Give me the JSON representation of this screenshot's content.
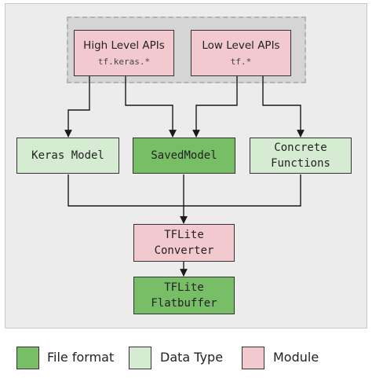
{
  "nodes": {
    "high_level": {
      "title": "High Level APIs",
      "subtitle": "tf.keras.*"
    },
    "low_level": {
      "title": "Low Level APIs",
      "subtitle": "tf.*"
    },
    "keras_model": {
      "line1": "Keras Model"
    },
    "saved_model": {
      "line1": "SavedModel"
    },
    "concrete_functions": {
      "line1": "Concrete",
      "line2": "Functions"
    },
    "converter": {
      "line1": "TFLite",
      "line2": "Converter"
    },
    "flatbuffer": {
      "line1": "TFLite",
      "line2": "Flatbuffer"
    }
  },
  "legend": [
    {
      "label": "File format",
      "color": "#78be66"
    },
    {
      "label": "Data Type",
      "color": "#d6ecd2"
    },
    {
      "label": "Module",
      "color": "#f2c9cf"
    }
  ],
  "colors": {
    "module": "#f2c9cf",
    "data_type": "#d6ecd2",
    "file_format": "#78be66",
    "edge": "#1a1a1a"
  }
}
